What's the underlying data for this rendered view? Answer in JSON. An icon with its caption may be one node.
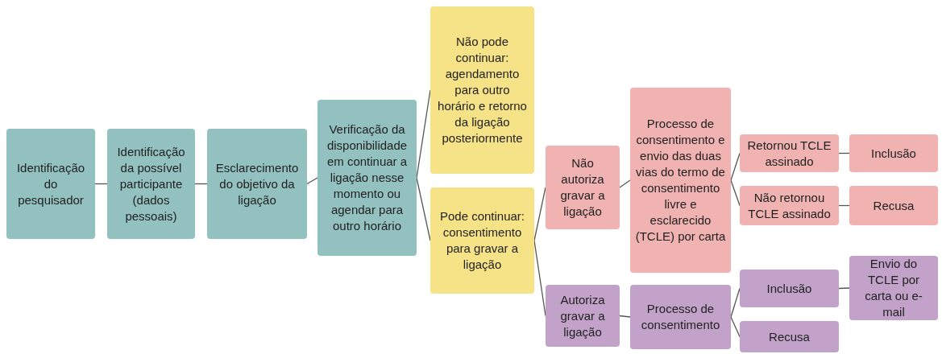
{
  "diagram": {
    "nodes": [
      {
        "text": [
          "Identificação do pesquisador"
        ]
      },
      {
        "text": [
          "Identificação da possível participante (dados pessoais)"
        ]
      },
      {
        "text": [
          "Esclarecimento do objetivo da ligação"
        ]
      },
      {
        "text": [
          "Verificação da disponibilidade em continuar a ligação nesse momento ou agendar para outro horário"
        ]
      },
      {
        "text": [
          "Não pode continuar: agendamento para outro horário e retorno da ligação posteriormente"
        ]
      },
      {
        "text": [
          "Pode continuar: consentimento para gravar a ligação"
        ]
      },
      {
        "text": [
          "Não autoriza gravar a ligação"
        ]
      },
      {
        "text": [
          "Autoriza gravar a ligação"
        ]
      },
      {
        "text": [
          "Processo de consentimento e envio das duas vias do termo de consentimento livre e esclarecido (TCLE) por carta"
        ]
      },
      {
        "text": [
          "Processo de consentimento"
        ]
      },
      {
        "text": [
          "Retornou TCLE assinado"
        ]
      },
      {
        "text": [
          "Inclusão"
        ]
      },
      {
        "text": [
          "Não retornou TCLE assinado"
        ]
      },
      {
        "text": [
          "Recusa"
        ]
      },
      {
        "text": [
          "Inclusão"
        ]
      },
      {
        "text": [
          "Envio do TCLE por carta ou e-mail"
        ]
      },
      {
        "text": [
          "Recusa"
        ]
      }
    ],
    "edges": [
      {
        "from": 0,
        "to": 1,
        "arrow": "none"
      },
      {
        "from": 1,
        "to": 2,
        "arrow": "none"
      },
      {
        "from": 2,
        "to": 3,
        "arrow": "none"
      },
      {
        "from": 3,
        "to": 4,
        "arrow": "none"
      },
      {
        "from": 3,
        "to": 5,
        "arrow": "none"
      },
      {
        "from": 5,
        "to": 6,
        "arrow": "none"
      },
      {
        "from": 5,
        "to": 7,
        "arrow": "none"
      },
      {
        "from": 6,
        "to": 8,
        "arrow": "none"
      },
      {
        "from": 7,
        "to": 9,
        "arrow": "none"
      },
      {
        "from": 8,
        "to": 10,
        "arrow": "none"
      },
      {
        "from": 8,
        "to": 12,
        "arrow": "none"
      },
      {
        "from": 9,
        "to": 14,
        "arrow": "none"
      },
      {
        "from": 9,
        "to": 16,
        "arrow": "none"
      },
      {
        "from": 10,
        "to": 11,
        "arrow": "none"
      },
      {
        "from": 12,
        "to": 13,
        "arrow": "none"
      },
      {
        "from": 14,
        "to": 15,
        "arrow": "none"
      }
    ]
  }
}
